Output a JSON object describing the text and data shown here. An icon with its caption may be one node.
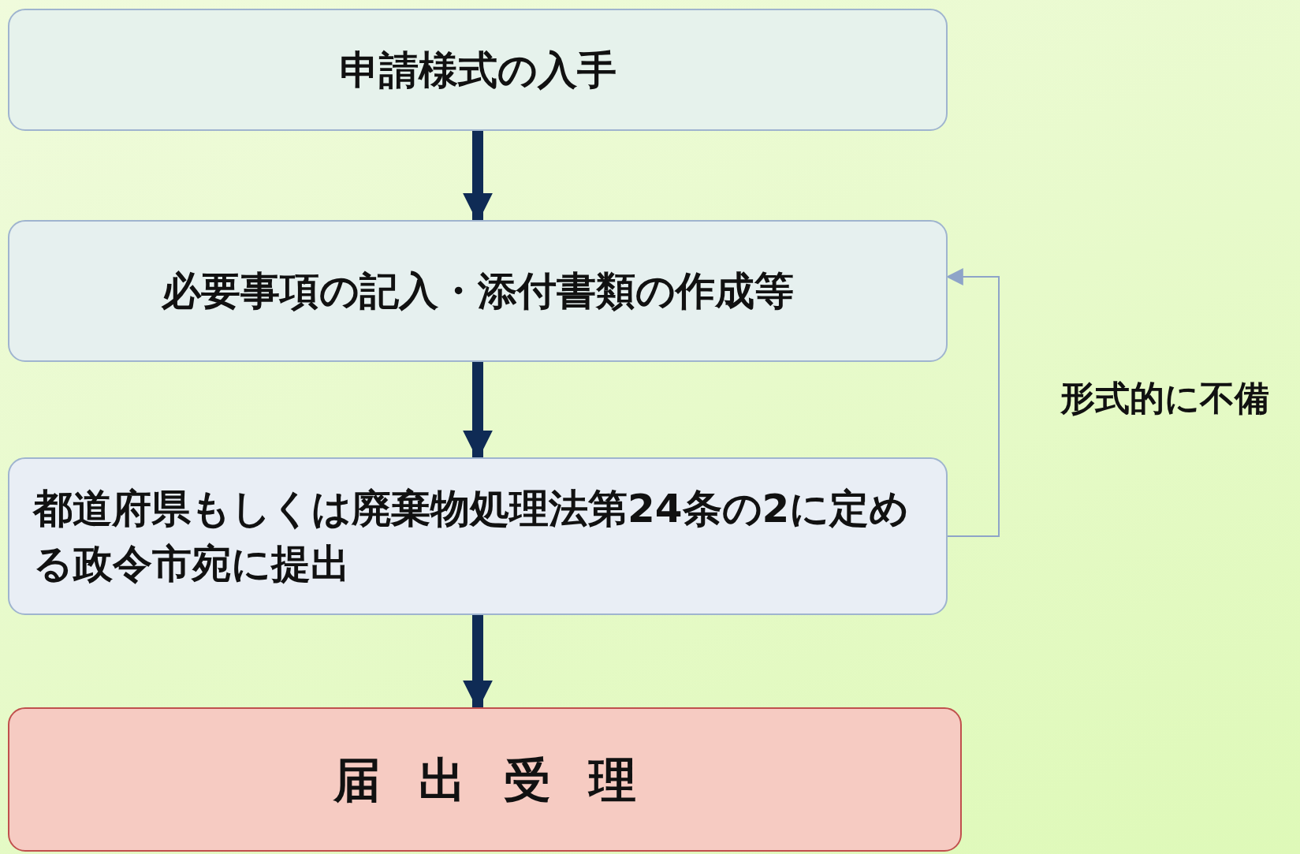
{
  "diagram": {
    "nodes": [
      {
        "text": [
          "申請様式の入手"
        ]
      },
      {
        "text": [
          "必要事項の記入・添付書類の作成等"
        ]
      },
      {
        "text": [
          "都道府県もしくは廃棄物処理法第24条の2に定める政令市宛に提出"
        ]
      },
      {
        "text": [
          "届出受理"
        ]
      }
    ],
    "edges": [
      {
        "from": 0,
        "to": 1,
        "arrow": "to"
      },
      {
        "from": 1,
        "to": 2,
        "arrow": "to"
      },
      {
        "from": 2,
        "to": 3,
        "arrow": "to"
      },
      {
        "from": 2,
        "to": 1,
        "arrow": "to",
        "label": "形式的に不備",
        "color": "#8ea4c8"
      }
    ]
  }
}
